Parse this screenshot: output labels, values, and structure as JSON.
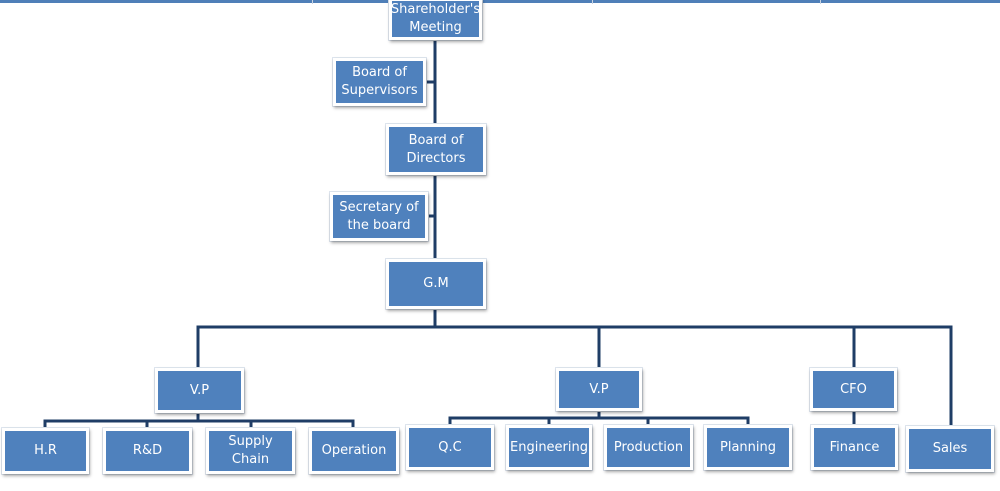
{
  "colors": {
    "box_fill": "#4f81bd",
    "box_border": "#ffffff",
    "connector": "#1f3d66",
    "text": "#ffffff"
  },
  "nodes": {
    "shareholders_meeting": "Shareholder's\nMeeting",
    "board_of_supervisors": "Board of\nSupervisors",
    "board_of_directors": "Board of\nDirectors",
    "secretary_of_the_board": "Secretary of\nthe board",
    "gm": "G.M",
    "vp_left": "V.P",
    "vp_middle": "V.P",
    "cfo": "CFO",
    "hr": "H.R",
    "rnd": "R&D",
    "supply_chain": "Supply Chain",
    "operation": "Operation",
    "qc": "Q.C",
    "engineering": "Engineering",
    "production": "Production",
    "planning": "Planning",
    "finance": "Finance",
    "sales": "Sales"
  }
}
